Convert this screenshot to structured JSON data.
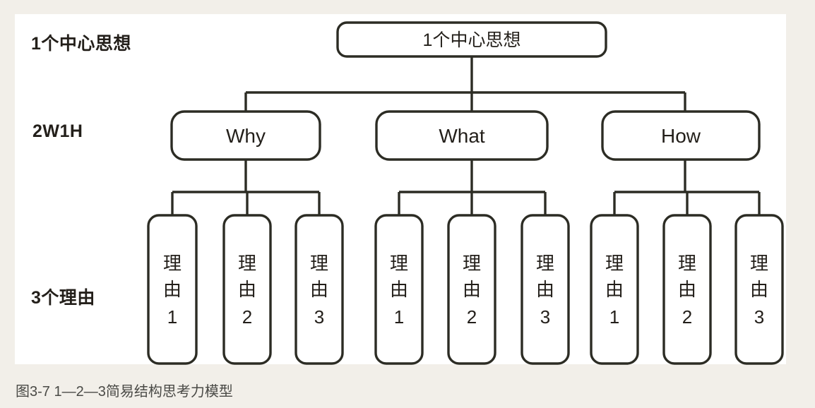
{
  "figure": {
    "caption": "图3-7 1—2—3简易结构思考力模型",
    "panel_bg": "#ffffff",
    "page_bg": "#f2efe9",
    "line_color": "#2c2c24",
    "text_color": "#231f1a"
  },
  "row_labels": [
    {
      "id": "center",
      "text": "1个中心思想"
    },
    {
      "id": "2w1h",
      "text": "2W1H"
    },
    {
      "id": "reasons",
      "text": "3个理由"
    }
  ],
  "tree": {
    "root": {
      "label": "1个中心思想"
    },
    "branches": [
      {
        "label": "Why",
        "leaves": [
          {
            "line1": "理",
            "line2": "由",
            "line3": "1"
          },
          {
            "line1": "理",
            "line2": "由",
            "line3": "2"
          },
          {
            "line1": "理",
            "line2": "由",
            "line3": "3"
          }
        ]
      },
      {
        "label": "What",
        "leaves": [
          {
            "line1": "理",
            "line2": "由",
            "line3": "1"
          },
          {
            "line1": "理",
            "line2": "由",
            "line3": "2"
          },
          {
            "line1": "理",
            "line2": "由",
            "line3": "3"
          }
        ]
      },
      {
        "label": "How",
        "leaves": [
          {
            "line1": "理",
            "line2": "由",
            "line3": "1"
          },
          {
            "line1": "理",
            "line2": "由",
            "line3": "2"
          },
          {
            "line1": "理",
            "line2": "由",
            "line3": "3"
          }
        ]
      }
    ]
  }
}
